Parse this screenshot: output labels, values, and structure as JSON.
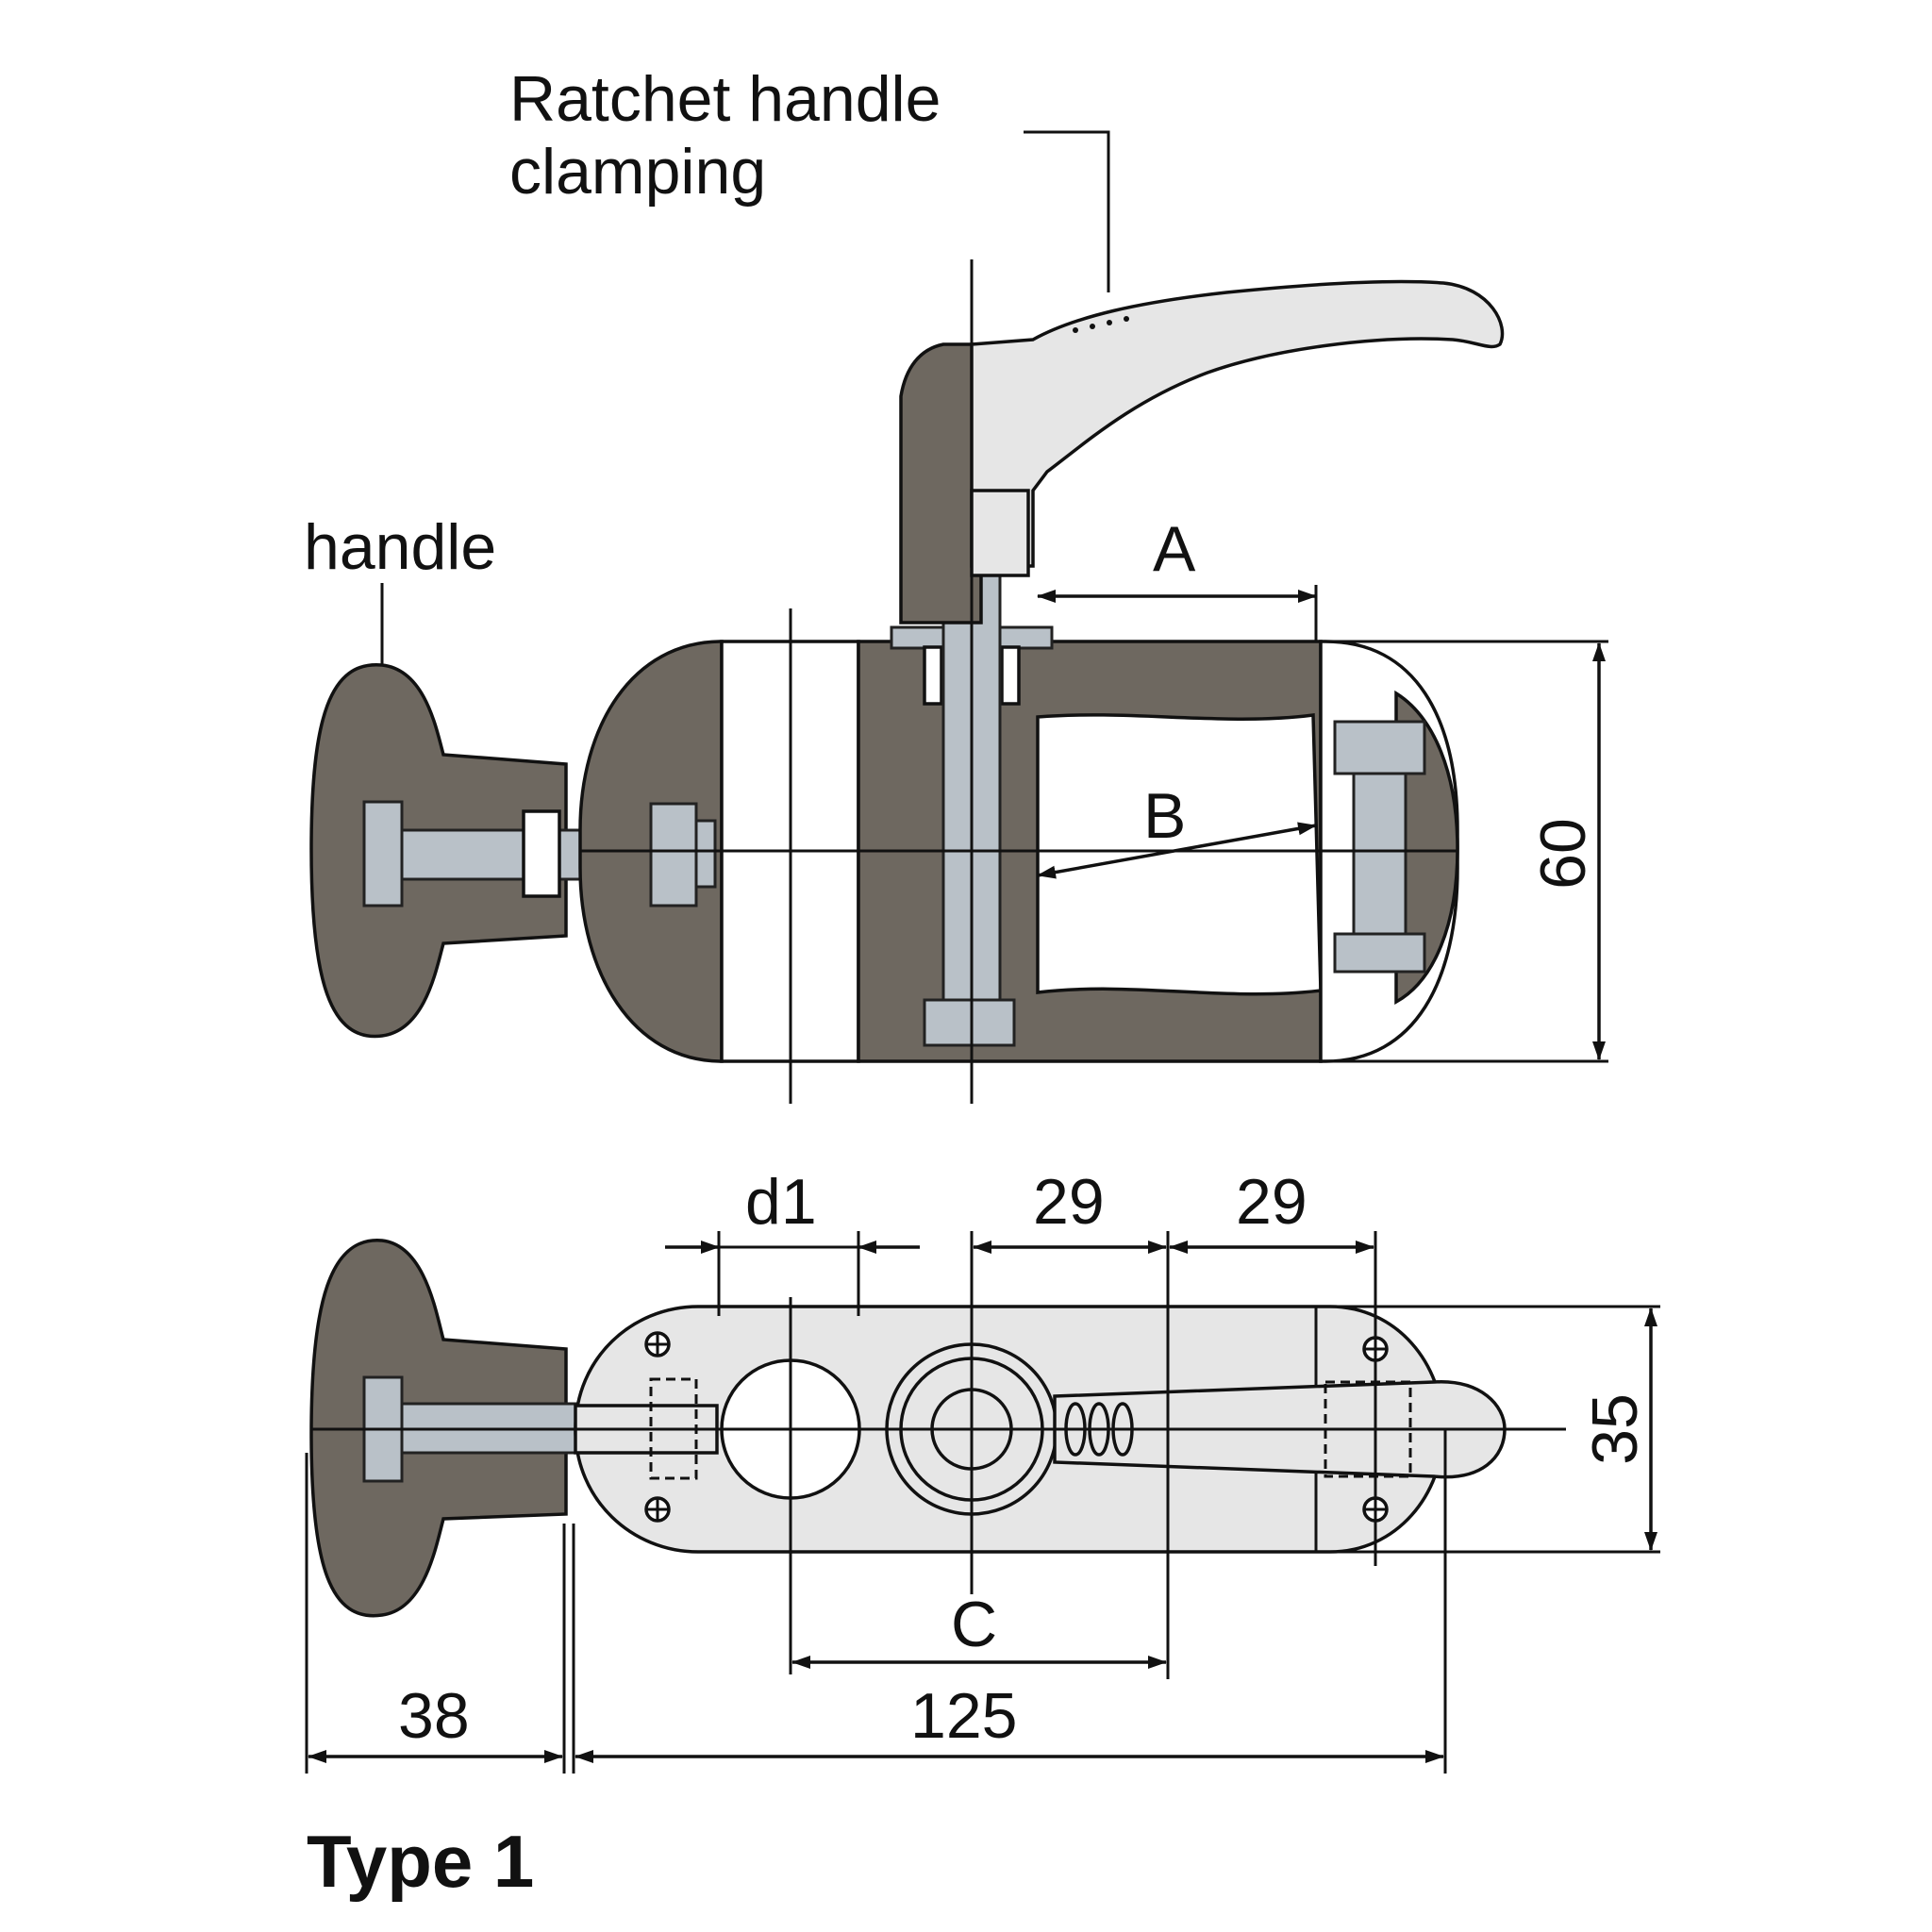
{
  "labels": {
    "ratchet_line1": "Ratchet handle",
    "ratchet_line2": "clamping",
    "handle": "handle",
    "dim_A": "A",
    "dim_B": "B",
    "dim_60": "60",
    "dim_d1": "d1",
    "dim_29a": "29",
    "dim_29b": "29",
    "dim_35": "35",
    "dim_C": "C",
    "dim_38": "38",
    "dim_125": "125",
    "type": "Type 1"
  },
  "colors": {
    "dark_body": "#6e6860",
    "light_body": "#e6e6e6",
    "steel": "#b9c1c8"
  }
}
